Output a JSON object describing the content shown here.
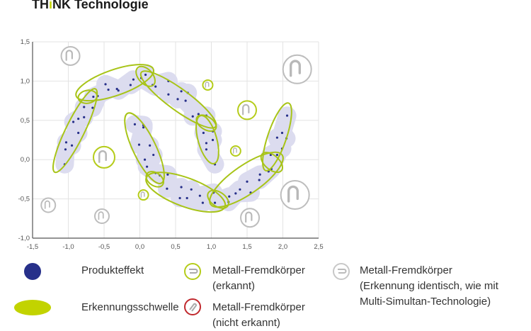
{
  "header": {
    "title_pre": "TH",
    "title_hl": "i",
    "title_post": "NK Technologie"
  },
  "colors": {
    "product": "#27308a",
    "band": "#dcdcef",
    "threshold": "#a8c418",
    "detected": "#b5cc1a",
    "not_detected": "#c0282d",
    "identical": "#bdbdbd",
    "grid": "#e3e3e3",
    "axis": "#555555"
  },
  "chart_data": {
    "type": "scatter",
    "title": "",
    "xlabel": "",
    "ylabel": "",
    "xlim": [
      -1.5,
      2.5
    ],
    "ylim": [
      -1.0,
      1.5
    ],
    "x_ticks": [
      "-1,5",
      "-1,0",
      "-0,5",
      "0,0",
      "0,5",
      "1,0",
      "1,5",
      "2,0",
      "2,5"
    ],
    "x_tick_values": [
      -1.5,
      -1.0,
      -0.5,
      0.0,
      0.5,
      1.0,
      1.5,
      2.0,
      2.5
    ],
    "y_ticks": [
      "1,5",
      "1,0",
      "0,5",
      "0,0",
      "-0,5",
      "-1,0"
    ],
    "y_tick_values": [
      1.5,
      1.0,
      0.5,
      0.0,
      -0.5,
      -1.0
    ],
    "grid": true,
    "series": [
      {
        "name": "Produkteffekt (upper moon)",
        "points": [
          [
            1.05,
            -0.06
          ],
          [
            0.93,
            0.13
          ],
          [
            1.02,
            0.25
          ],
          [
            0.93,
            0.21
          ],
          [
            1.02,
            0.36
          ],
          [
            0.89,
            0.34
          ],
          [
            0.93,
            0.56
          ],
          [
            0.74,
            0.55
          ],
          [
            0.82,
            0.58
          ],
          [
            0.64,
            0.75
          ],
          [
            0.67,
            0.85
          ],
          [
            0.53,
            0.77
          ],
          [
            0.58,
            0.87
          ],
          [
            0.4,
            0.83
          ],
          [
            0.4,
            1.0
          ],
          [
            0.18,
            0.95
          ],
          [
            0.22,
            0.93
          ],
          [
            0.02,
            1.04
          ],
          [
            0.08,
            1.08
          ],
          [
            -0.13,
            0.95
          ],
          [
            -0.09,
            1.02
          ],
          [
            -0.3,
            0.88
          ],
          [
            -0.32,
            0.9
          ],
          [
            -0.48,
            0.96
          ],
          [
            -0.44,
            0.89
          ],
          [
            -0.65,
            0.8
          ],
          [
            -0.59,
            0.81
          ],
          [
            -0.66,
            0.66
          ],
          [
            -0.78,
            0.67
          ],
          [
            -0.78,
            0.54
          ],
          [
            -0.86,
            0.52
          ],
          [
            -0.93,
            0.48
          ],
          [
            -0.86,
            0.34
          ],
          [
            -1.03,
            0.22
          ],
          [
            -0.95,
            0.18
          ],
          [
            -1.04,
            0.13
          ],
          [
            -1.05,
            -0.06
          ]
        ]
      },
      {
        "name": "Produkteffekt (lower moon)",
        "points": [
          [
            0.05,
            0.44
          ],
          [
            -0.07,
            0.45
          ],
          [
            0.05,
            0.41
          ],
          [
            -0.01,
            0.19
          ],
          [
            0.14,
            0.18
          ],
          [
            0.07,
            0.0
          ],
          [
            0.19,
            0.06
          ],
          [
            0.1,
            -0.09
          ],
          [
            0.28,
            -0.2
          ],
          [
            0.22,
            -0.17
          ],
          [
            0.39,
            -0.19
          ],
          [
            0.38,
            -0.37
          ],
          [
            0.58,
            -0.35
          ],
          [
            0.56,
            -0.49
          ],
          [
            0.72,
            -0.38
          ],
          [
            0.66,
            -0.49
          ],
          [
            0.88,
            -0.55
          ],
          [
            0.84,
            -0.46
          ],
          [
            1.03,
            -0.42
          ],
          [
            1.05,
            -0.55
          ],
          [
            1.25,
            -0.47
          ],
          [
            1.24,
            -0.54
          ],
          [
            1.4,
            -0.38
          ],
          [
            1.34,
            -0.43
          ],
          [
            1.55,
            -0.42
          ],
          [
            1.5,
            -0.28
          ],
          [
            1.68,
            -0.19
          ],
          [
            1.67,
            -0.26
          ],
          [
            1.84,
            -0.12
          ],
          [
            1.8,
            -0.15
          ],
          [
            1.92,
            0.06
          ],
          [
            1.83,
            0.06
          ],
          [
            1.99,
            0.14
          ],
          [
            1.92,
            0.28
          ],
          [
            2.05,
            0.27
          ],
          [
            1.99,
            0.34
          ],
          [
            2.06,
            0.56
          ]
        ]
      }
    ],
    "thresholds": [
      {
        "from": [
          -1.19,
          -0.16
        ],
        "to": [
          -0.62,
          0.9
        ],
        "half_width": 0.13
      },
      {
        "from": [
          -0.86,
          0.78
        ],
        "to": [
          -0.6,
          0.82
        ],
        "half_width": 0.09
      },
      {
        "from": [
          -0.89,
          0.81
        ],
        "to": [
          0.19,
          1.15
        ],
        "half_width": 0.18
      },
      {
        "from": [
          -0.03,
          1.17
        ],
        "to": [
          0.19,
          0.95
        ],
        "half_width": 0.1
      },
      {
        "from": [
          0.02,
          1.11
        ],
        "to": [
          1.06,
          0.42
        ],
        "half_width": 0.15
      },
      {
        "from": [
          0.8,
          0.54
        ],
        "to": [
          1.06,
          0.39
        ],
        "half_width": 0.09
      },
      {
        "from": [
          0.85,
          0.56
        ],
        "to": [
          1.04,
          -0.05
        ],
        "half_width": 0.13
      },
      {
        "from": [
          -0.17,
          0.59
        ],
        "to": [
          0.3,
          -0.3
        ],
        "half_width": 0.16
      },
      {
        "from": [
          0.1,
          -0.18
        ],
        "to": [
          0.32,
          -0.32
        ],
        "half_width": 0.09
      },
      {
        "from": [
          0.09,
          -0.23
        ],
        "to": [
          1.19,
          -0.6
        ],
        "half_width": 0.2
      },
      {
        "from": [
          0.96,
          -0.42
        ],
        "to": [
          1.23,
          -0.59
        ],
        "half_width": 0.1
      },
      {
        "from": [
          0.99,
          -0.57
        ],
        "to": [
          1.99,
          0.06
        ],
        "half_width": 0.2
      },
      {
        "from": [
          1.71,
          0.07
        ],
        "to": [
          1.98,
          -0.14
        ],
        "half_width": 0.1
      },
      {
        "from": [
          1.76,
          -0.14
        ],
        "to": [
          2.08,
          0.72
        ],
        "half_width": 0.13
      }
    ],
    "metal_objects": [
      {
        "x": -0.5,
        "y": 0.03,
        "status": "detected",
        "size": "l"
      },
      {
        "x": 0.95,
        "y": 0.95,
        "status": "detected",
        "size": "s"
      },
      {
        "x": 1.5,
        "y": 0.63,
        "status": "detected",
        "size": "m"
      },
      {
        "x": 1.34,
        "y": 0.11,
        "status": "detected",
        "size": "s"
      },
      {
        "x": 0.05,
        "y": -0.45,
        "status": "detected",
        "size": "s"
      },
      {
        "x": -0.97,
        "y": 1.32,
        "status": "identical",
        "size": "m"
      },
      {
        "x": 2.2,
        "y": 1.15,
        "status": "identical",
        "size": "xl"
      },
      {
        "x": 2.17,
        "y": -0.45,
        "status": "identical",
        "size": "xl"
      },
      {
        "x": 1.54,
        "y": -0.74,
        "status": "identical",
        "size": "m"
      },
      {
        "x": -1.28,
        "y": -0.58,
        "status": "identical",
        "size": "s2"
      },
      {
        "x": -0.53,
        "y": -0.72,
        "status": "identical",
        "size": "s2"
      }
    ]
  },
  "legend": {
    "product": "Produkteffekt",
    "threshold": "Erkennungsschwelle",
    "detected_1": "Metall-Fremdkörper",
    "detected_2": "(erkannt)",
    "not_detected_1": "Metall-Fremdkörper",
    "not_detected_2": "(nicht erkannt)",
    "identical_1": "Metall-Fremdkörper",
    "identical_2": "(Erkennung identisch, wie mit",
    "identical_3": "Multi-Simultan-Technologie)"
  }
}
